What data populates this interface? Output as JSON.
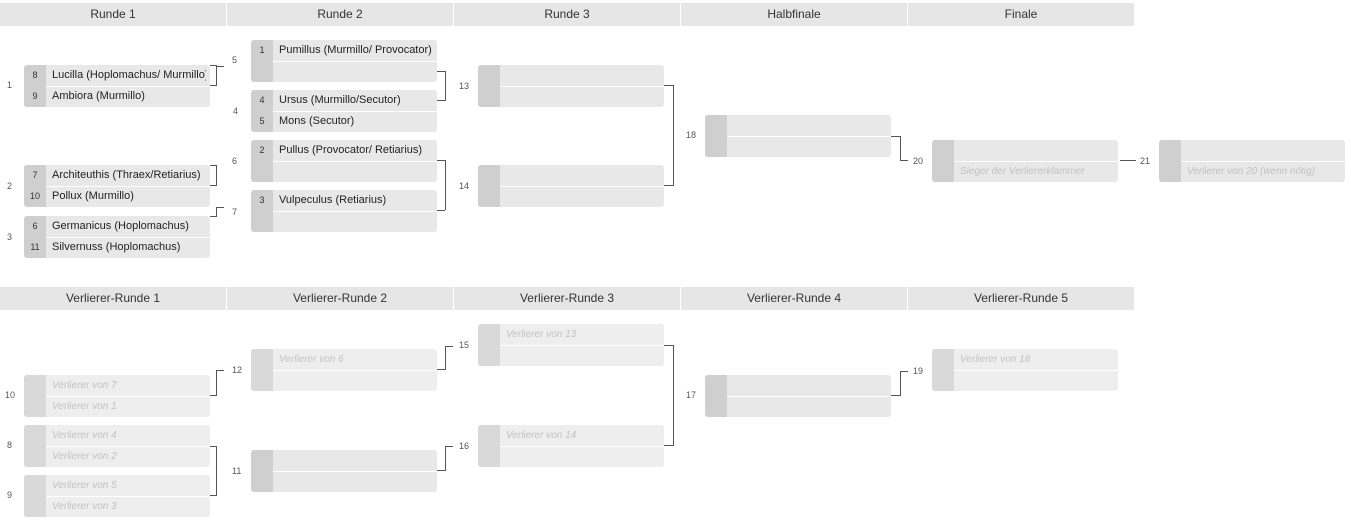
{
  "headers": {
    "winners": [
      "Runde 1",
      "Runde 2",
      "Runde 3",
      "Halbfinale",
      "Finale"
    ],
    "losers": [
      "Verlierer-Runde 1",
      "Verlierer-Runde 2",
      "Verlierer-Runde 3",
      "Verlierer-Runde 4",
      "Verlierer-Runde 5"
    ]
  },
  "matches": {
    "m1": {
      "num": "1",
      "t1": {
        "seed": "8",
        "name": "Lucilla (Hoplomachus/ Murmillo)"
      },
      "t2": {
        "seed": "9",
        "name": "Ambiora (Murmillo)"
      }
    },
    "m2": {
      "num": "2",
      "t1": {
        "seed": "7",
        "name": "Architeuthis (Thraex/Retiarius)"
      },
      "t2": {
        "seed": "10",
        "name": "Pollux (Murmillo)"
      }
    },
    "m3": {
      "num": "3",
      "t1": {
        "seed": "6",
        "name": "Germanicus (Hoplomachus)"
      },
      "t2": {
        "seed": "11",
        "name": "Silvernuss (Hoplomachus)"
      }
    },
    "m5": {
      "num": "5",
      "t1": {
        "seed": "1",
        "name": "Pumillus (Murmillo/ Provocator)"
      },
      "t2": {
        "seed": "",
        "name": ""
      }
    },
    "m4": {
      "num": "4",
      "t1": {
        "seed": "4",
        "name": "Ursus (Murmillo/Secutor)"
      },
      "t2": {
        "seed": "5",
        "name": "Mons (Secutor)"
      }
    },
    "m6": {
      "num": "6",
      "t1": {
        "seed": "2",
        "name": "Pullus (Provocator/ Retiarius)"
      },
      "t2": {
        "seed": "",
        "name": ""
      }
    },
    "m7": {
      "num": "7",
      "t1": {
        "seed": "3",
        "name": "Vulpeculus (Retiarius)"
      },
      "t2": {
        "seed": "",
        "name": ""
      }
    },
    "m13": {
      "num": "13"
    },
    "m14": {
      "num": "14"
    },
    "m18": {
      "num": "18"
    },
    "m20": {
      "num": "20",
      "t2_placeholder": "Sieger der Verliererklammer"
    },
    "m21": {
      "num": "21",
      "t2_placeholder": "Verlierer von 20 (wenn nötig)"
    },
    "m10": {
      "num": "10",
      "t1_placeholder": "Verlierer von 7",
      "t2_placeholder": "Verlierer von 1"
    },
    "m8": {
      "num": "8",
      "t1_placeholder": "Verlierer von 4",
      "t2_placeholder": "Verlierer von 2"
    },
    "m9": {
      "num": "9",
      "t1_placeholder": "Verlierer von 5",
      "t2_placeholder": "Verlierer von 3"
    },
    "m12": {
      "num": "12",
      "t1_placeholder": "Verlierer von 6"
    },
    "m11": {
      "num": "11"
    },
    "m15": {
      "num": "15",
      "t1_placeholder": "Verlierer von 13"
    },
    "m16": {
      "num": "16",
      "t1_placeholder": "Verlierer von 14"
    },
    "m17": {
      "num": "17"
    },
    "m19": {
      "num": "19",
      "t1_placeholder": "Verlierer von 18"
    }
  }
}
